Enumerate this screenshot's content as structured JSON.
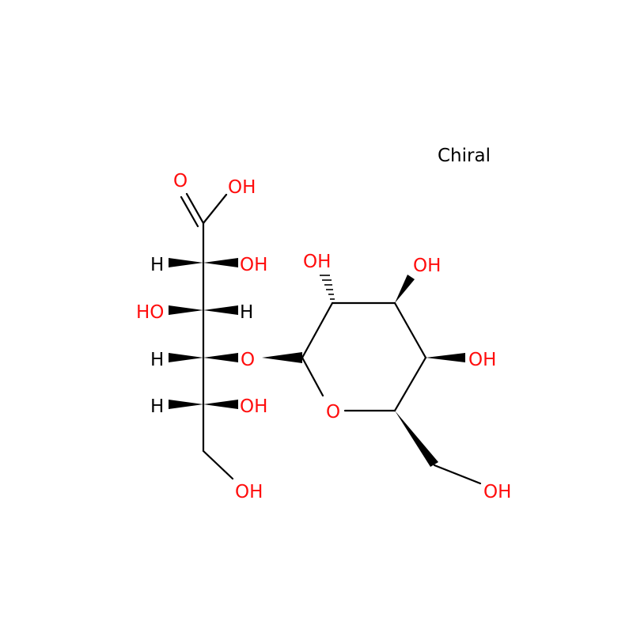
{
  "molecule": {
    "stereo_note": "Chiral",
    "colors": {
      "oxygen": "#ff0d0d",
      "carbon_hydrogen": "#000000",
      "background": "#ffffff"
    },
    "labels": {
      "carbonyl_o": "O",
      "acid_oh": "OH",
      "c2_h": "H",
      "c2_oh": "OH",
      "c3_ho": "HO",
      "c3_h": "H",
      "c4_h": "H",
      "glycosidic_o": "O",
      "c5_h": "H",
      "c5_oh": "OH",
      "c6_oh": "OH",
      "ring_c2_oh": "OH",
      "ring_c3_oh": "OH",
      "ring_c4_oh": "OH",
      "ring_o": "O",
      "ring_c6_oh": "OH"
    }
  }
}
